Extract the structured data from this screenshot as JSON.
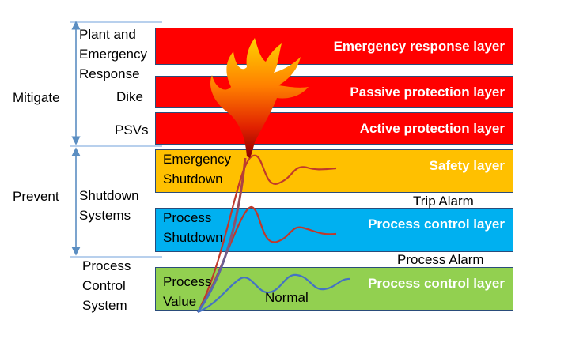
{
  "colors": {
    "red_layer": "#ff0000",
    "safety_layer": "#ffc000",
    "control_layer_blue": "#00b0f0",
    "control_layer_green": "#92d050",
    "bracket_arrow": "#5b8ec2",
    "curve_red": "#c0392b",
    "curve_purple": "#7b3f8a",
    "curve_blue": "#4472c4"
  },
  "groups": {
    "mitigate": "Mitigate",
    "prevent": "Prevent"
  },
  "sub_labels": {
    "plant_emergency_response": [
      "Plant and",
      "Emergency",
      "Response"
    ],
    "dike": "Dike",
    "psvs": "PSVs",
    "shutdown_systems": [
      "Shutdown",
      "Systems"
    ],
    "process_control_system": [
      "Process",
      "Control",
      "System"
    ]
  },
  "layers": {
    "emergency_response": "Emergency response layer",
    "passive_protection": "Passive protection layer",
    "active_protection": "Active protection layer",
    "safety": "Safety layer",
    "process_control_1": "Process control layer",
    "process_control_2": "Process control layer"
  },
  "inner_labels": {
    "emergency_shutdown": [
      "Emergency",
      "Shutdown"
    ],
    "process_shutdown": [
      "Process",
      "Shutdown"
    ],
    "process_value": [
      "Process",
      "Value"
    ],
    "normal": "Normal"
  },
  "alarms": {
    "trip_alarm": "Trip Alarm",
    "process_alarm": "Process Alarm"
  },
  "icons": {
    "explosion": "explosion-flame-icon"
  }
}
